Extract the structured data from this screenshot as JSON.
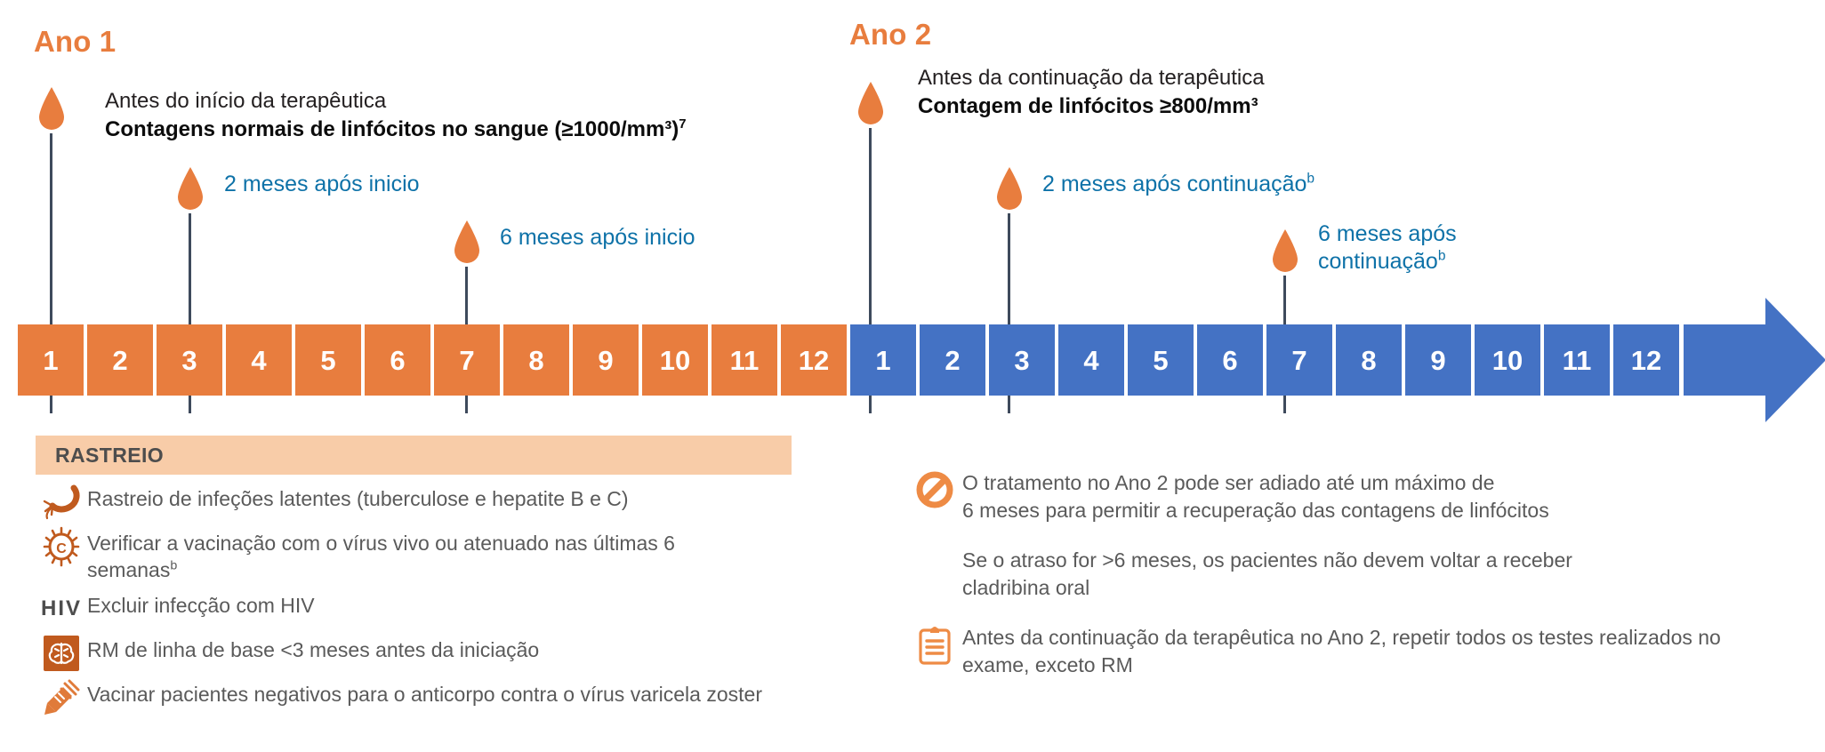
{
  "year1": {
    "label": "Ano 1",
    "callout": {
      "line1": "Antes do início da terapêutica",
      "line2": "Contagens normais de linfócitos no sangue (≥1000/mm³)",
      "line2_sup": "7"
    },
    "note_2m": "2 meses após inicio",
    "note_6m": "6 meses após inicio",
    "months": [
      "1",
      "2",
      "3",
      "4",
      "5",
      "6",
      "7",
      "8",
      "9",
      "10",
      "11",
      "12"
    ]
  },
  "year2": {
    "label": "Ano 2",
    "callout": {
      "line1": "Antes da continuação da terapêutica",
      "line2": "Contagem de linfócitos ≥800/mm³",
      "line2_sup": ""
    },
    "note_2m": "2 meses após continuação",
    "note_2m_sup": "b",
    "note_6m_l1": "6 meses após",
    "note_6m_l2": "continuação",
    "note_6m_sup": "b",
    "months": [
      "1",
      "2",
      "3",
      "4",
      "5",
      "6",
      "7",
      "8",
      "9",
      "10",
      "11",
      "12"
    ]
  },
  "screening": {
    "title": "RASTREIO",
    "items": [
      {
        "icon": "bacteria-icon",
        "text": "Rastreio de infeções latentes (tuberculose e hepatite B e C)",
        "sup": ""
      },
      {
        "icon": "virus-icon",
        "text": "Verificar a vacinação com o vírus vivo ou atenuado nas últimas 6 semanas",
        "sup": "b"
      },
      {
        "icon": "hiv-icon",
        "text": "Excluir infecção com HIV",
        "sup": ""
      },
      {
        "icon": "brain-mri-icon",
        "text": "RM de linha de base <3 meses antes da iniciação",
        "sup": ""
      },
      {
        "icon": "syringe-icon",
        "text": "Vacinar pacientes negativos para o anticorpo contra o vírus varicela zoster",
        "sup": ""
      }
    ]
  },
  "notes": [
    {
      "icon": "prohibition-icon",
      "lines": [
        "O tratamento no Ano 2 pode ser adiado até um máximo de",
        "6 meses para permitir a recuperação das contagens de linfócitos"
      ]
    },
    {
      "icon": "none",
      "lines": [
        "Se o atraso for >6 meses, os pacientes não devem voltar a receber",
        "cladribina oral"
      ]
    },
    {
      "icon": "clipboard-icon",
      "lines": [
        "Antes da continuação da terapêutica no Ano 2, repetir todos os testes realizados no",
        "exame, exceto RM"
      ]
    }
  ],
  "colors": {
    "orange": "#E87D3E",
    "blue": "#4472C4",
    "teal_text": "#0E72A8",
    "icon_orange": "#C05A1E",
    "band_peach": "#F8CCA8",
    "stem": "#3E4A5C",
    "body_text": "#5A5A5A"
  }
}
